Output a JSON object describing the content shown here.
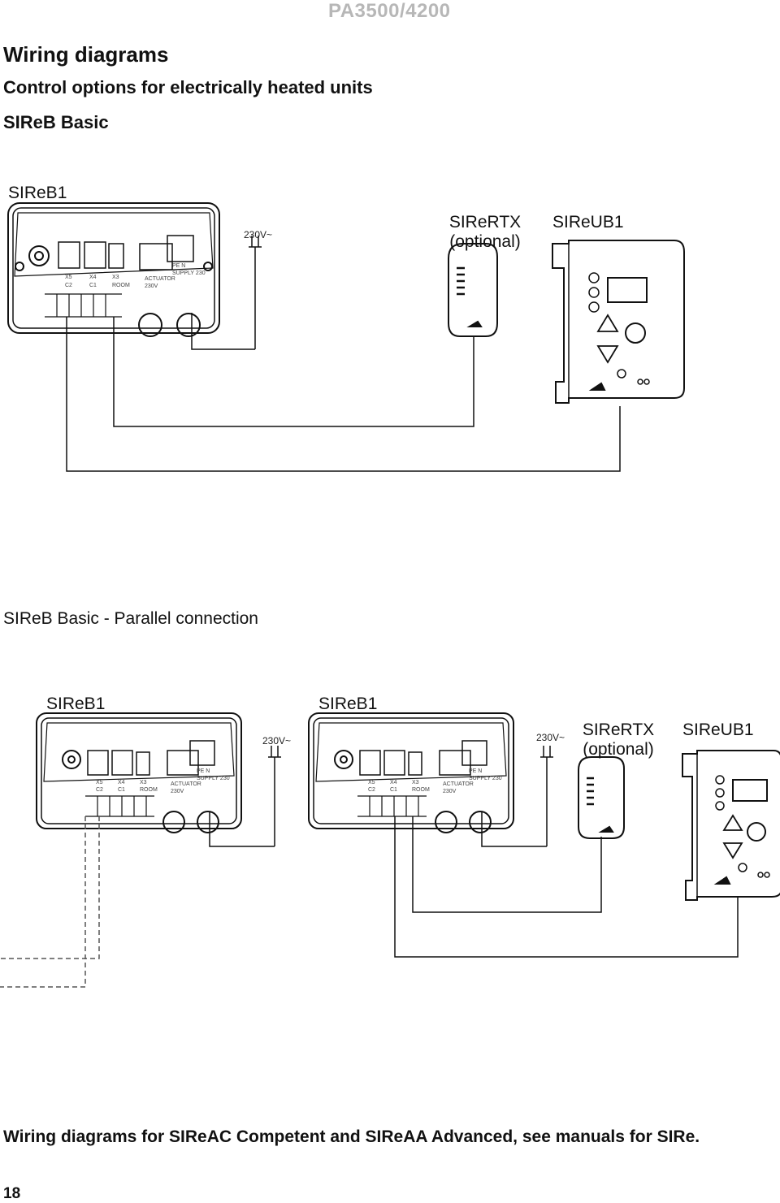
{
  "header": {
    "doc_code": "PA3500/4200"
  },
  "headings": {
    "title": "Wiring diagrams",
    "subtitle": "Control options for electrically heated units",
    "section_basic": "SIReB Basic",
    "section_parallel": "SIReB Basic - Parallel connection"
  },
  "diagram1": {
    "controller_label": "SIReB1",
    "supply_label": "230V~",
    "sensor_label": "SIReRTX",
    "sensor_optional": "(optional)",
    "panel_label": "SIReUB1",
    "terminals": {
      "x5": "X5",
      "c2": "C2",
      "x4": "X4",
      "c1": "C1",
      "x3": "X3",
      "room": "ROOM",
      "actuator": "ACTUATOR",
      "actuator_v": "230V",
      "pe_n": "PE N",
      "supply": "SUPPLY 230"
    }
  },
  "diagram2": {
    "controller_a_label": "SIReB1",
    "controller_b_label": "SIReB1",
    "supply_label_a": "230V~",
    "supply_label_b": "230V~",
    "sensor_label": "SIReRTX",
    "sensor_optional": "(optional)",
    "panel_label": "SIReUB1",
    "terminals": {
      "x5": "X5",
      "c2": "C2",
      "x4": "X4",
      "c1": "C1",
      "x3": "X3",
      "room": "ROOM",
      "actuator": "ACTUATOR",
      "actuator_v": "230V",
      "pe_n": "PE N",
      "supply": "SUPPLY 230"
    }
  },
  "footer": {
    "note": "Wiring diagrams for SIReAC Competent and SIReAA Advanced, see manuals for SIRe.",
    "page_number": "18"
  },
  "colors": {
    "line": "#111111",
    "doc_code": "#b7b7b7",
    "dashed": "#555555"
  }
}
